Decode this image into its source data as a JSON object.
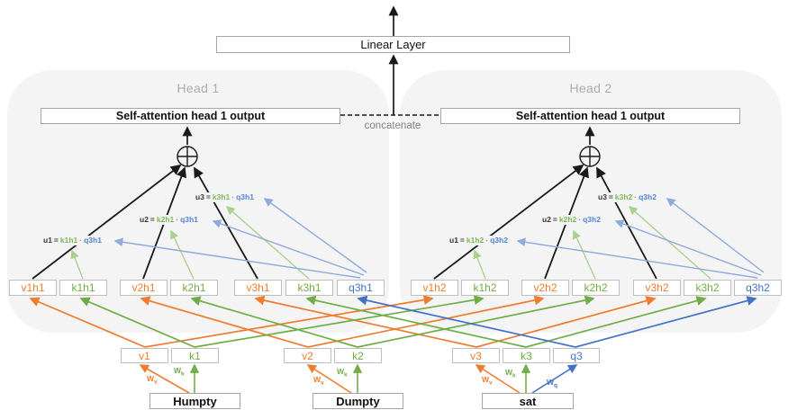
{
  "colors": {
    "orange": "#ED7D31",
    "green": "#70AD47",
    "blue": "#4472C4",
    "light_green": "#A9D18E",
    "light_blue": "#8FAADC",
    "panel_gray": "#F4F4F4",
    "title_gray": "#ADADAD"
  },
  "top": {
    "linear_label": "Linear Layer",
    "concat_label": "concatenate"
  },
  "heads": [
    {
      "title": "Head 1",
      "output_label": "Self-attention head 1 output",
      "units": [
        {
          "name": "u1",
          "eq": "=",
          "k": "k1h1",
          "dot": "·",
          "q": "q3h1"
        },
        {
          "name": "u2",
          "eq": "=",
          "k": "k2h1",
          "dot": "·",
          "q": "q3h1"
        },
        {
          "name": "u3",
          "eq": "=",
          "k": "k3h1",
          "dot": "·",
          "q": "q3h1"
        }
      ],
      "boxes": [
        "v1h1",
        "k1h1",
        "v2h1",
        "k2h1",
        "v3h1",
        "k3h1",
        "q3h1"
      ]
    },
    {
      "title": "Head 2",
      "output_label": "Self-attention head 1 output",
      "units": [
        {
          "name": "u1",
          "eq": "=",
          "k": "k1h2",
          "dot": "·",
          "q": "q3h2"
        },
        {
          "name": "u2",
          "eq": "=",
          "k": "k2h2",
          "dot": "·",
          "q": "q3h2"
        },
        {
          "name": "u3",
          "eq": "=",
          "k": "k3h2",
          "dot": "·",
          "q": "q3h2"
        }
      ],
      "boxes": [
        "v1h2",
        "k1h2",
        "v2h2",
        "k2h2",
        "v3h2",
        "k3h2",
        "q3h2"
      ]
    }
  ],
  "tokens": [
    {
      "label": "Humpty",
      "vectors": [
        "v1",
        "k1"
      ],
      "weights": [
        {
          "base": "W",
          "sub": "v"
        },
        {
          "base": "W",
          "sub": "k"
        }
      ]
    },
    {
      "label": "Dumpty",
      "vectors": [
        "v2",
        "k2"
      ],
      "weights": [
        {
          "base": "W",
          "sub": "v"
        },
        {
          "base": "W",
          "sub": "k"
        }
      ]
    },
    {
      "label": "sat",
      "vectors": [
        "v3",
        "k3",
        "q3"
      ],
      "weights": [
        {
          "base": "W",
          "sub": "v"
        },
        {
          "base": "W",
          "sub": "k"
        },
        {
          "base": "W",
          "sub": "q"
        }
      ]
    }
  ]
}
